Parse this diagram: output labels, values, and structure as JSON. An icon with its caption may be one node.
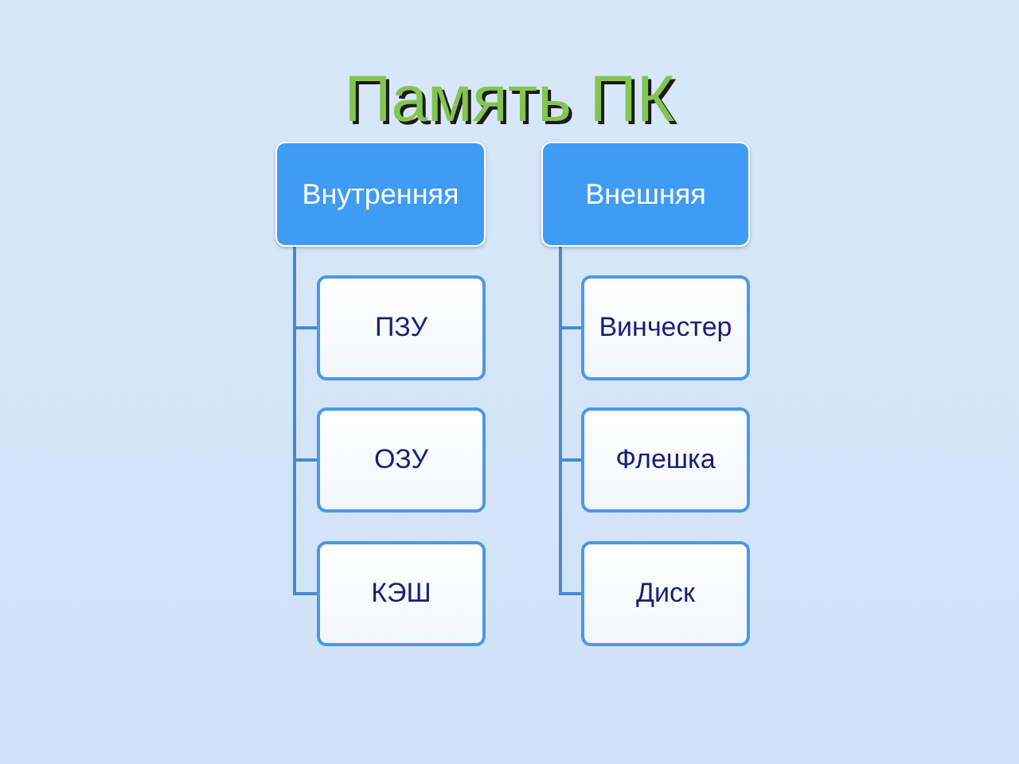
{
  "diagram": {
    "title": "Память ПК",
    "nodes": [
      {
        "text": [
          "Внутренняя"
        ]
      },
      {
        "text": [
          "Внешняя"
        ]
      },
      {
        "text": [
          "ПЗУ"
        ]
      },
      {
        "text": [
          "Винчестер"
        ]
      },
      {
        "text": [
          "ОЗУ"
        ]
      },
      {
        "text": [
          "Флешка"
        ]
      },
      {
        "text": [
          "КЭШ"
        ]
      },
      {
        "text": [
          "Диск"
        ]
      }
    ],
    "edges": [
      {
        "from": 0,
        "to": 2,
        "arrow": "none"
      },
      {
        "from": 0,
        "to": 4,
        "arrow": "none"
      },
      {
        "from": 0,
        "to": 6,
        "arrow": "none"
      },
      {
        "from": 1,
        "to": 3,
        "arrow": "none"
      },
      {
        "from": 1,
        "to": 5,
        "arrow": "none"
      },
      {
        "from": 1,
        "to": 7,
        "arrow": "none"
      }
    ]
  }
}
